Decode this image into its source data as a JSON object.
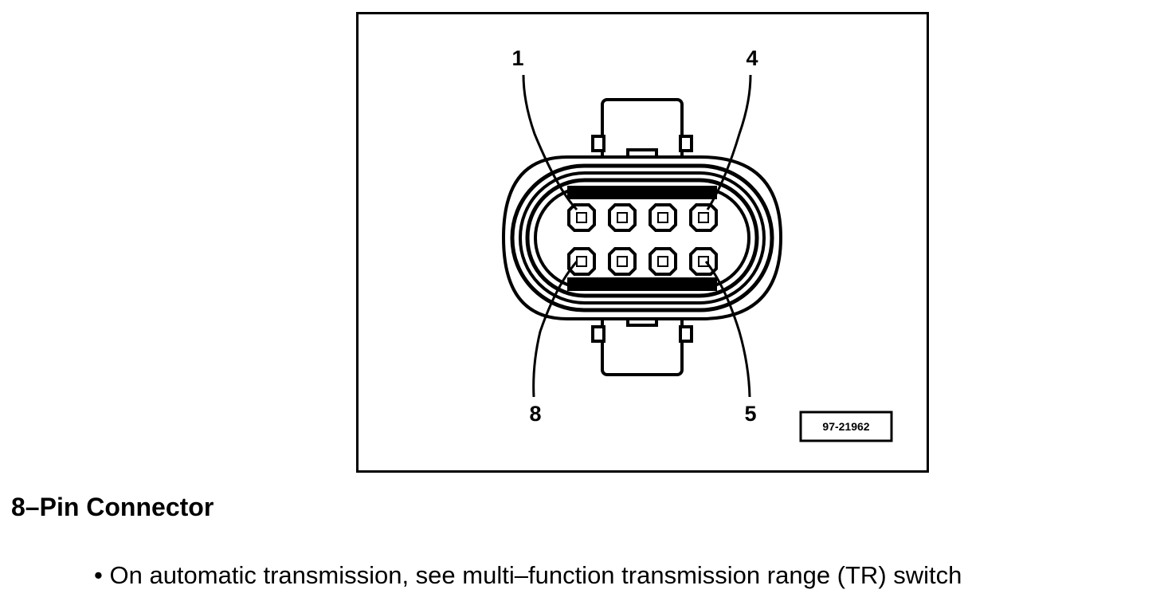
{
  "figure": {
    "pin_labels": {
      "top_left": "1",
      "top_right": "4",
      "bottom_left": "8",
      "bottom_right": "5"
    },
    "figure_id": "97-21962",
    "pin_count": 8
  },
  "caption": {
    "title": "8–Pin Connector"
  },
  "note": {
    "bullet": "•",
    "text": "On automatic transmission, see multi–function transmission range (TR) switch"
  }
}
